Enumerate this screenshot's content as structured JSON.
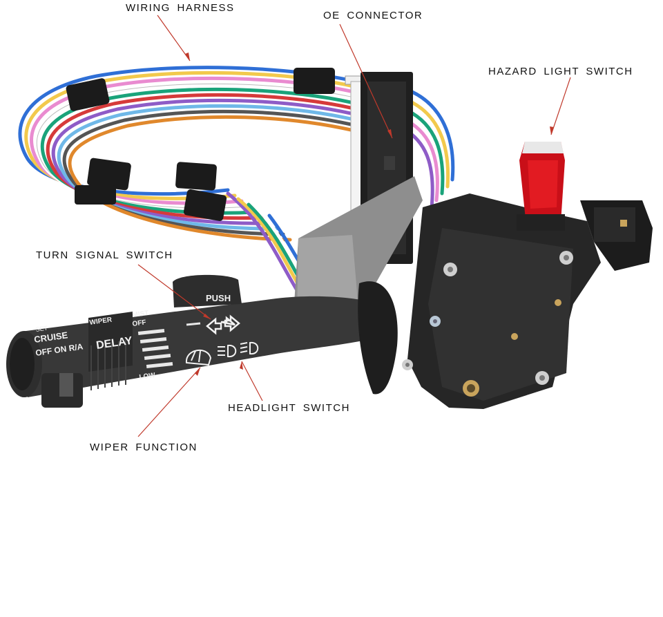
{
  "labels": {
    "wiring_harness": "WIRING  HARNESS",
    "oe_connector": "OE  CONNECTOR",
    "hazard_light_switch": "HAZARD  LIGHT  SWITCH",
    "turn_signal_switch": "TURN  SIGNAL  SWITCH",
    "headlight_switch": "HEADLIGHT  SWITCH",
    "wiper_function": "WIPER  FUNCTION"
  },
  "lever_markings": {
    "push": "PUSH",
    "set": "SET",
    "cruise": "CRUISE",
    "off_on_ra": "OFF ON R/A",
    "wiper": "WIPER",
    "mist": "MIST",
    "off": "OFF",
    "delay": "DELAY",
    "low": "LOW"
  },
  "colors": {
    "pointer_line": "#c0392b",
    "hazard_button": "#d9121a",
    "housing": "#2b2b2b",
    "lever": "#3a3a3a",
    "connector_grey": "#8c8c8c"
  }
}
